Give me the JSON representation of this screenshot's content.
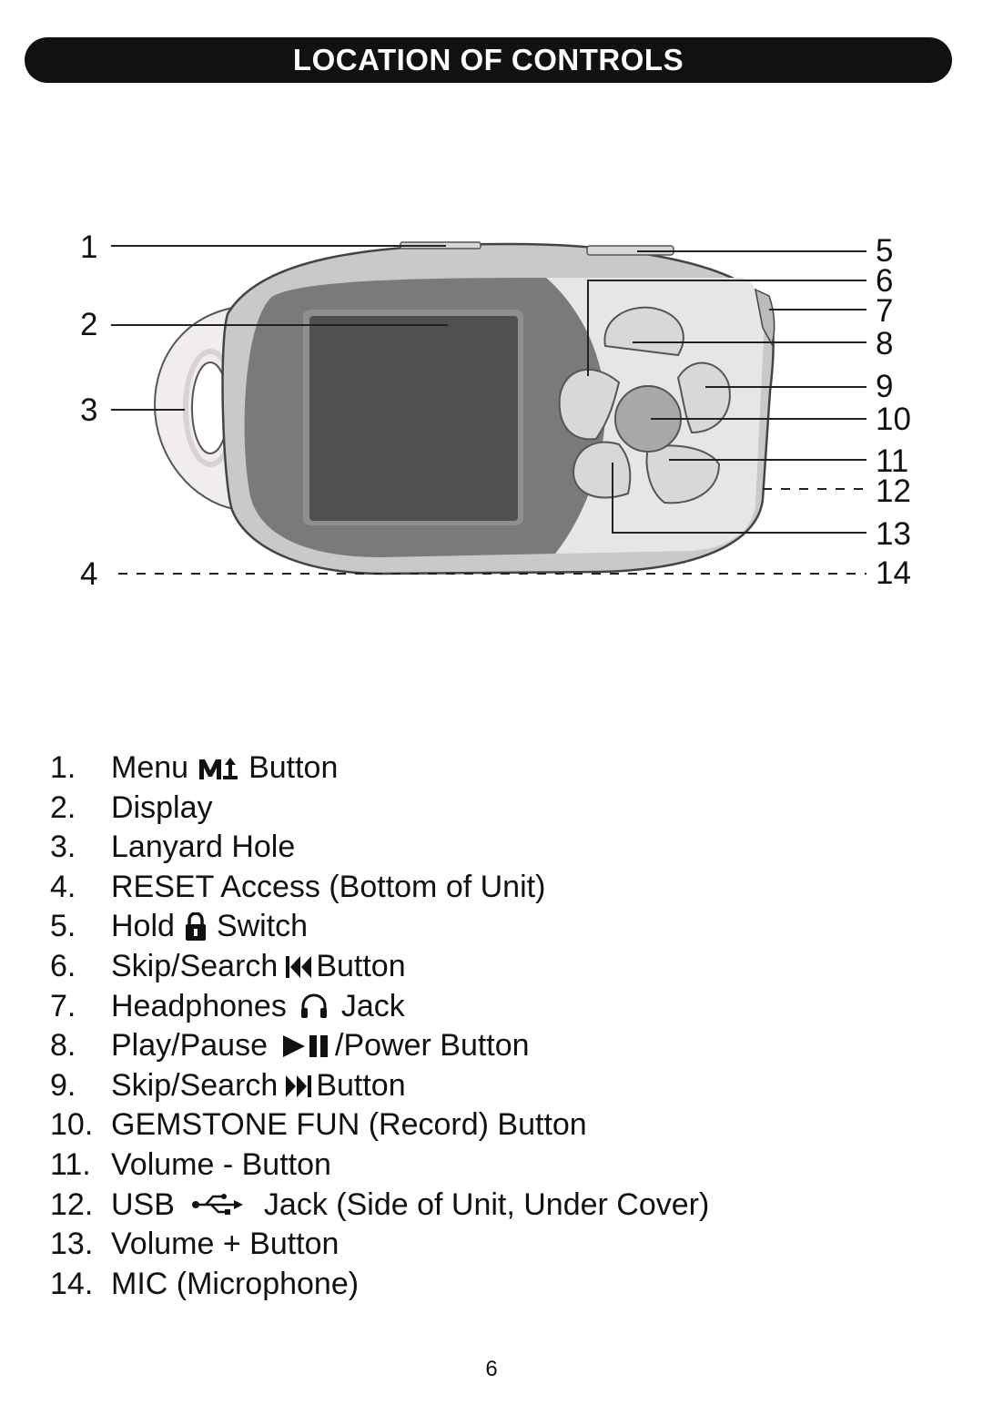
{
  "header": {
    "title": "LOCATION OF CONTROLS"
  },
  "diagram": {
    "callouts_left": [
      "1",
      "2",
      "3",
      "4"
    ],
    "callouts_right": [
      "5",
      "6",
      "7",
      "8",
      "9",
      "10",
      "11",
      "12",
      "13",
      "14"
    ]
  },
  "controls": [
    {
      "number": "1.",
      "before": "Menu",
      "icon": "menu-m-icon",
      "after": "Button"
    },
    {
      "number": "2.",
      "before": "Display",
      "icon": "",
      "after": ""
    },
    {
      "number": "3.",
      "before": "Lanyard Hole",
      "icon": "",
      "after": ""
    },
    {
      "number": "4.",
      "before": "RESET Access (Bottom of Unit)",
      "icon": "",
      "after": ""
    },
    {
      "number": "5.",
      "before": "Hold",
      "icon": "lock-icon",
      "after": "Switch"
    },
    {
      "number": "6.",
      "before": "Skip/Search",
      "icon": "skip-back-icon",
      "after": "Button"
    },
    {
      "number": "7.",
      "before": "Headphones",
      "icon": "headphones-icon",
      "after": "Jack"
    },
    {
      "number": "8.",
      "before": "Play/Pause",
      "icon": "play-pause-icon",
      "after": "/Power Button"
    },
    {
      "number": "9.",
      "before": "Skip/Search",
      "icon": "skip-forward-icon",
      "after": "Button"
    },
    {
      "number": "10.",
      "before": "GEMSTONE FUN (Record) Button",
      "icon": "",
      "after": ""
    },
    {
      "number": "11.",
      "before": "Volume - Button",
      "icon": "",
      "after": ""
    },
    {
      "number": "12.",
      "before": "USB",
      "icon": "usb-icon",
      "after": "Jack (Side of Unit, Under Cover)"
    },
    {
      "number": "13.",
      "before": "Volume + Button",
      "icon": "",
      "after": ""
    },
    {
      "number": "14.",
      "before": "MIC (Microphone)",
      "icon": "",
      "after": ""
    }
  ],
  "footer": {
    "page_number": "6"
  }
}
